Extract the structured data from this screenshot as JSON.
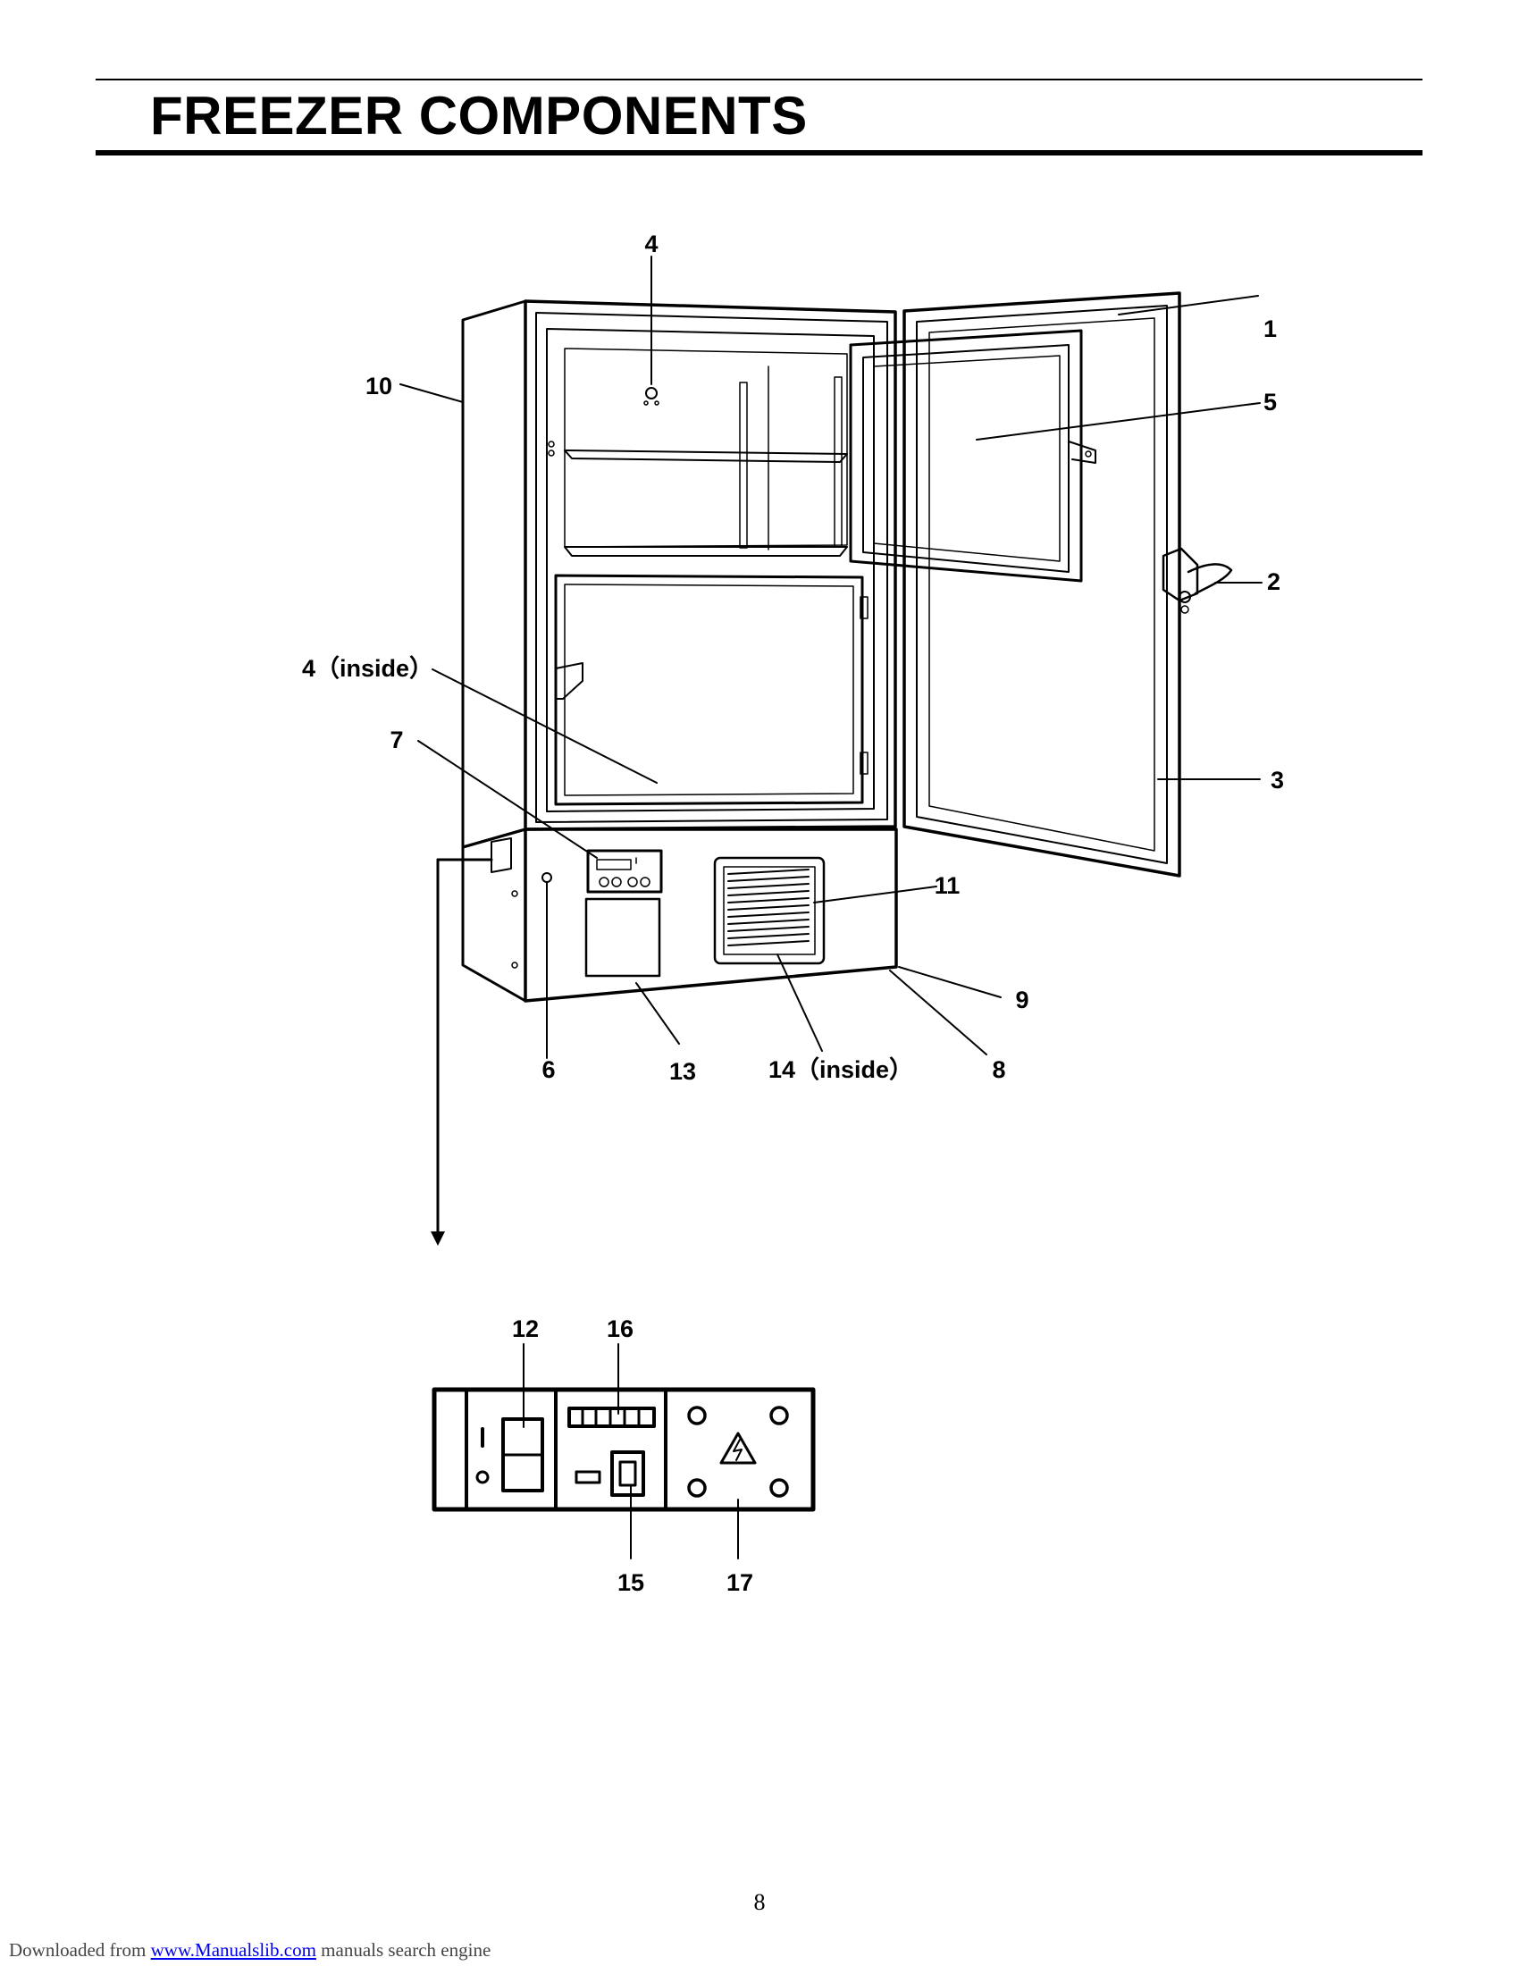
{
  "page": {
    "title": "FREEZER COMPONENTS",
    "page_number": "8"
  },
  "callouts": {
    "c1": "1",
    "c2": "2",
    "c3": "3",
    "c4": "4",
    "c4_inside": "4（inside）",
    "c5": "5",
    "c6": "6",
    "c7": "7",
    "c8": "8",
    "c9": "9",
    "c10": "10",
    "c11": "11",
    "c12": "12",
    "c13": "13",
    "c14_inside": "14（inside）",
    "c15": "15",
    "c16": "16",
    "c17": "17"
  },
  "footer": {
    "prefix": "Downloaded from",
    "link": "www.Manualslib.com",
    "suffix": "manuals search engine"
  }
}
